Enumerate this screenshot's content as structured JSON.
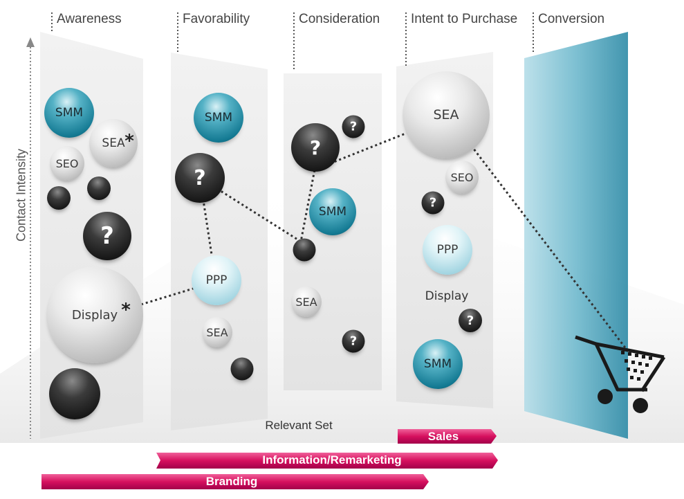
{
  "stages": [
    "Awareness",
    "Favorability",
    "Consideration",
    "Intent to Purchase",
    "Conversion"
  ],
  "axis": {
    "y_label": "Contact Intensity",
    "x_label": "Relevant Set"
  },
  "channels": {
    "smm": "SMM",
    "sea": "SEA",
    "seo": "SEO",
    "display": "Display",
    "ppp": "PPP",
    "unknown": "?",
    "asterisk": "*"
  },
  "bars": {
    "sales": "Sales",
    "remarketing": "Information/Remarketing",
    "branding": "Branding"
  },
  "colors": {
    "accent_pink": "#d6105e",
    "teal": "#1b8aa5",
    "conversion_panel": "#4fa6bd",
    "panel_grey": "#e6e6e6"
  },
  "icons": [
    "shopping-cart-icon",
    "arrow-up-icon"
  ]
}
